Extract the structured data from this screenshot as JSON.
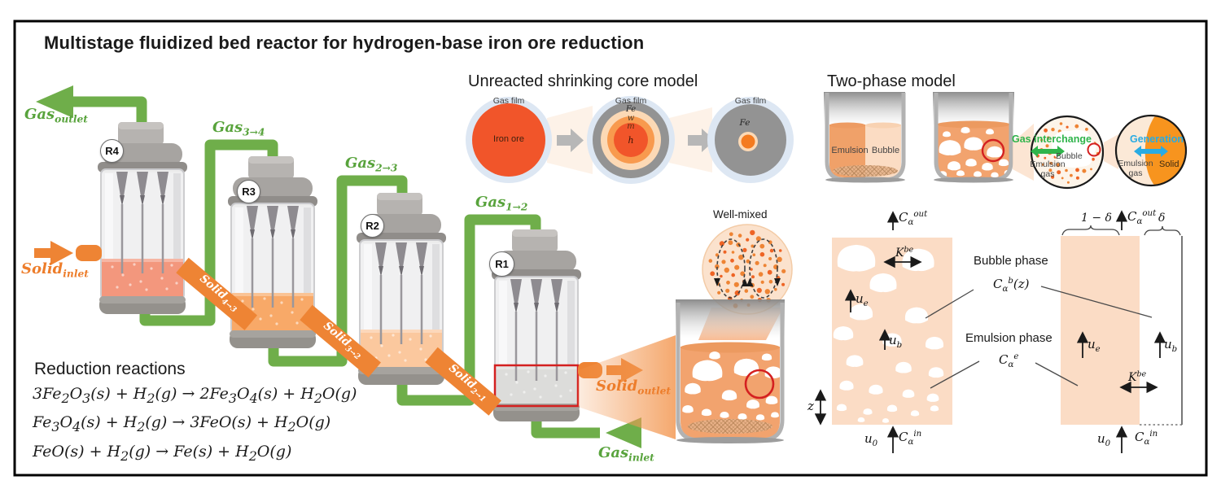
{
  "title": "Multistage fluidized bed reactor for hydrogen-base iron ore reduction",
  "colors": {
    "gas_green": "#6fae4a",
    "gas_text_green": "#58a33c",
    "solid_orange": "#ee8434",
    "solid_text_orange": "#ed7d2b",
    "interchange_green": "#2fb44b",
    "generation_blue": "#29abe2",
    "highlight_red": "#d42020",
    "iron_ore_orange": "#f1552a",
    "gas_film_blue": "#dde7f3",
    "iron_gray": "#939393",
    "emulsion_fill": "#f0a169",
    "bubble_fill": "#fbdcc3",
    "bed_fluid_orange": "#f2a36e",
    "column_fill": "#fbdcc5"
  },
  "cascade": {
    "reactors": [
      {
        "label": "R4",
        "bed_color": "#f3977d"
      },
      {
        "label": "R3",
        "bed_color": "#f8a968"
      },
      {
        "label": "R2",
        "bed_color": "#fbc89e"
      },
      {
        "label": "R1",
        "bed_color": "#dcdcda"
      }
    ],
    "gas": {
      "outlet": "Gas_{outlet}",
      "g34": "Gas_{3→4}",
      "g23": "Gas_{2→3}",
      "g12": "Gas_{1→2}",
      "inlet": "Gas_{inlet}"
    },
    "solid": {
      "inlet": "Solid_{inlet}",
      "s43": "Solid_{4→3}",
      "s32": "Solid_{3→2}",
      "s21": "Solid_{2→1}",
      "outlet": "Solid_{outlet}"
    }
  },
  "reactions": {
    "heading": "Reduction reactions",
    "equations": [
      "3Fe_{2}O_{3}(s) + H_{2}(g) → 2Fe_{3}O_{4}(s) + H_{2}O(g)",
      "Fe_{3}O_{4}(s) + H_{2}(g) → 3FeO(s) + H_{2}O(g)",
      "FeO(s) + H_{2}(g) → Fe(s) + H_{2}O(g)"
    ]
  },
  "shrinking_core": {
    "heading": "Unreacted shrinking core model",
    "gas_film": "Gas film",
    "iron_ore": "Iron ore",
    "layer_fe": "Fe",
    "layer_w": "w",
    "layer_m": "m",
    "layer_h": "h",
    "core_fe": "Fe"
  },
  "two_phase": {
    "heading": "Two-phase model",
    "emulsion": "Emulsion",
    "bubble": "Bubble",
    "gas_interchange": "Gas interchange",
    "interchange_bubble": "Bubble",
    "emulsion_gas": "Emulsion\ngas",
    "generation": "Generation",
    "generation_emulsion_gas": "Emulsion\ngas",
    "solid": "Solid"
  },
  "well_mixed": {
    "label": "Well-mixed"
  },
  "column": {
    "bubble_phase": "Bubble phase",
    "bubble_conc": "C_{α}^{b}(z)",
    "emulsion_phase": "Emulsion phase",
    "emulsion_conc": "C_{α}^{e}",
    "c_out": "C_{α}^{out}",
    "c_in": "C_{α}^{in}",
    "u0": "u_{0}",
    "ue": "u_{e}",
    "ub": "u_{b}",
    "kbe": "K^{be}",
    "z": "z",
    "one_minus_delta": "1 − δ",
    "delta": "δ"
  }
}
